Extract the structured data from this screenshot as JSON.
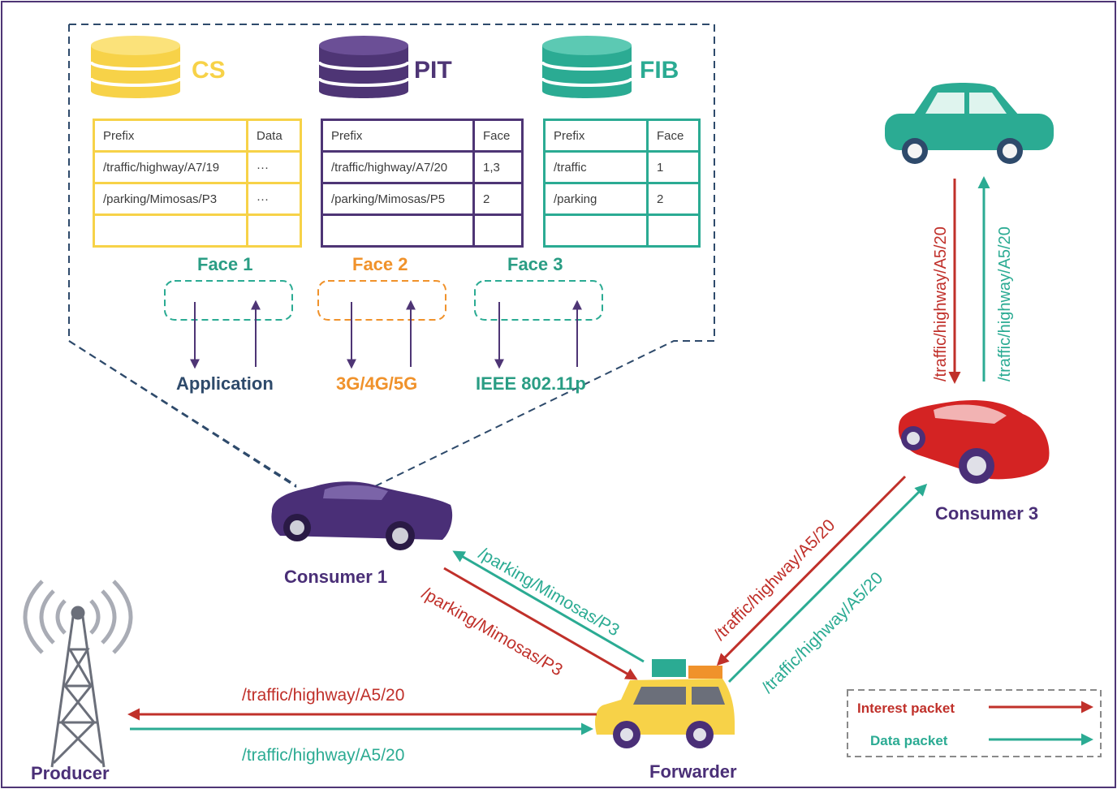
{
  "tables": {
    "cs": {
      "title": "CS",
      "headers": [
        "Prefix",
        "Data"
      ],
      "rows": [
        [
          "/traffic/highway/A7/19",
          "···"
        ],
        [
          "/parking/Mimosas/P3",
          "···"
        ],
        [
          "",
          ""
        ]
      ],
      "color": "#f7d248"
    },
    "pit": {
      "title": "PIT",
      "headers": [
        "Prefix",
        "Face"
      ],
      "rows": [
        [
          "/traffic/highway/A7/20",
          "1,3"
        ],
        [
          "/parking/Mimosas/P5",
          "2"
        ],
        [
          "",
          ""
        ]
      ],
      "color": "#4e3575"
    },
    "fib": {
      "title": "FIB",
      "headers": [
        "Prefix",
        "Face"
      ],
      "rows": [
        [
          "/traffic",
          "1"
        ],
        [
          "/parking",
          "2"
        ],
        [
          "",
          ""
        ]
      ],
      "color": "#2bab93"
    }
  },
  "faces": {
    "face1": {
      "label": "Face 1",
      "interface": "Application",
      "color": "#2a9d84",
      "interface_color": "#2e4a6b"
    },
    "face2": {
      "label": "Face 2",
      "interface": "3G/4G/5G",
      "color": "#f0922b"
    },
    "face3": {
      "label": "Face 3",
      "interface": "IEEE 802.11p",
      "color": "#2a9d84"
    }
  },
  "nodes": {
    "consumer1": "Consumer 1",
    "consumer3": "Consumer 3",
    "producer": "Producer",
    "forwarder": "Forwarder"
  },
  "links": {
    "c3_interest": "/traffic/highway/A5/20",
    "c3_data": "/traffic/highway/A5/20",
    "c1_data": "/parking/Mimosas/P3",
    "c1_interest": "/parking/Mimosas/P3",
    "fw_c3_interest": "/traffic/highway/A5/20",
    "fw_c3_data": "/traffic/highway/A5/20",
    "prod_interest": "/traffic/highway/A5/20",
    "prod_data": "/traffic/highway/A5/20"
  },
  "legend": {
    "interest": "Interest packet",
    "data": "Data packet"
  },
  "colors": {
    "interest": "#c0302a",
    "data": "#2bab93",
    "consumer1_car": "#4a2f77",
    "consumer3_car": "#d42323",
    "top_car": "#2bab93",
    "forwarder_van": "#f7d248",
    "outline": "#2e4a6b"
  }
}
